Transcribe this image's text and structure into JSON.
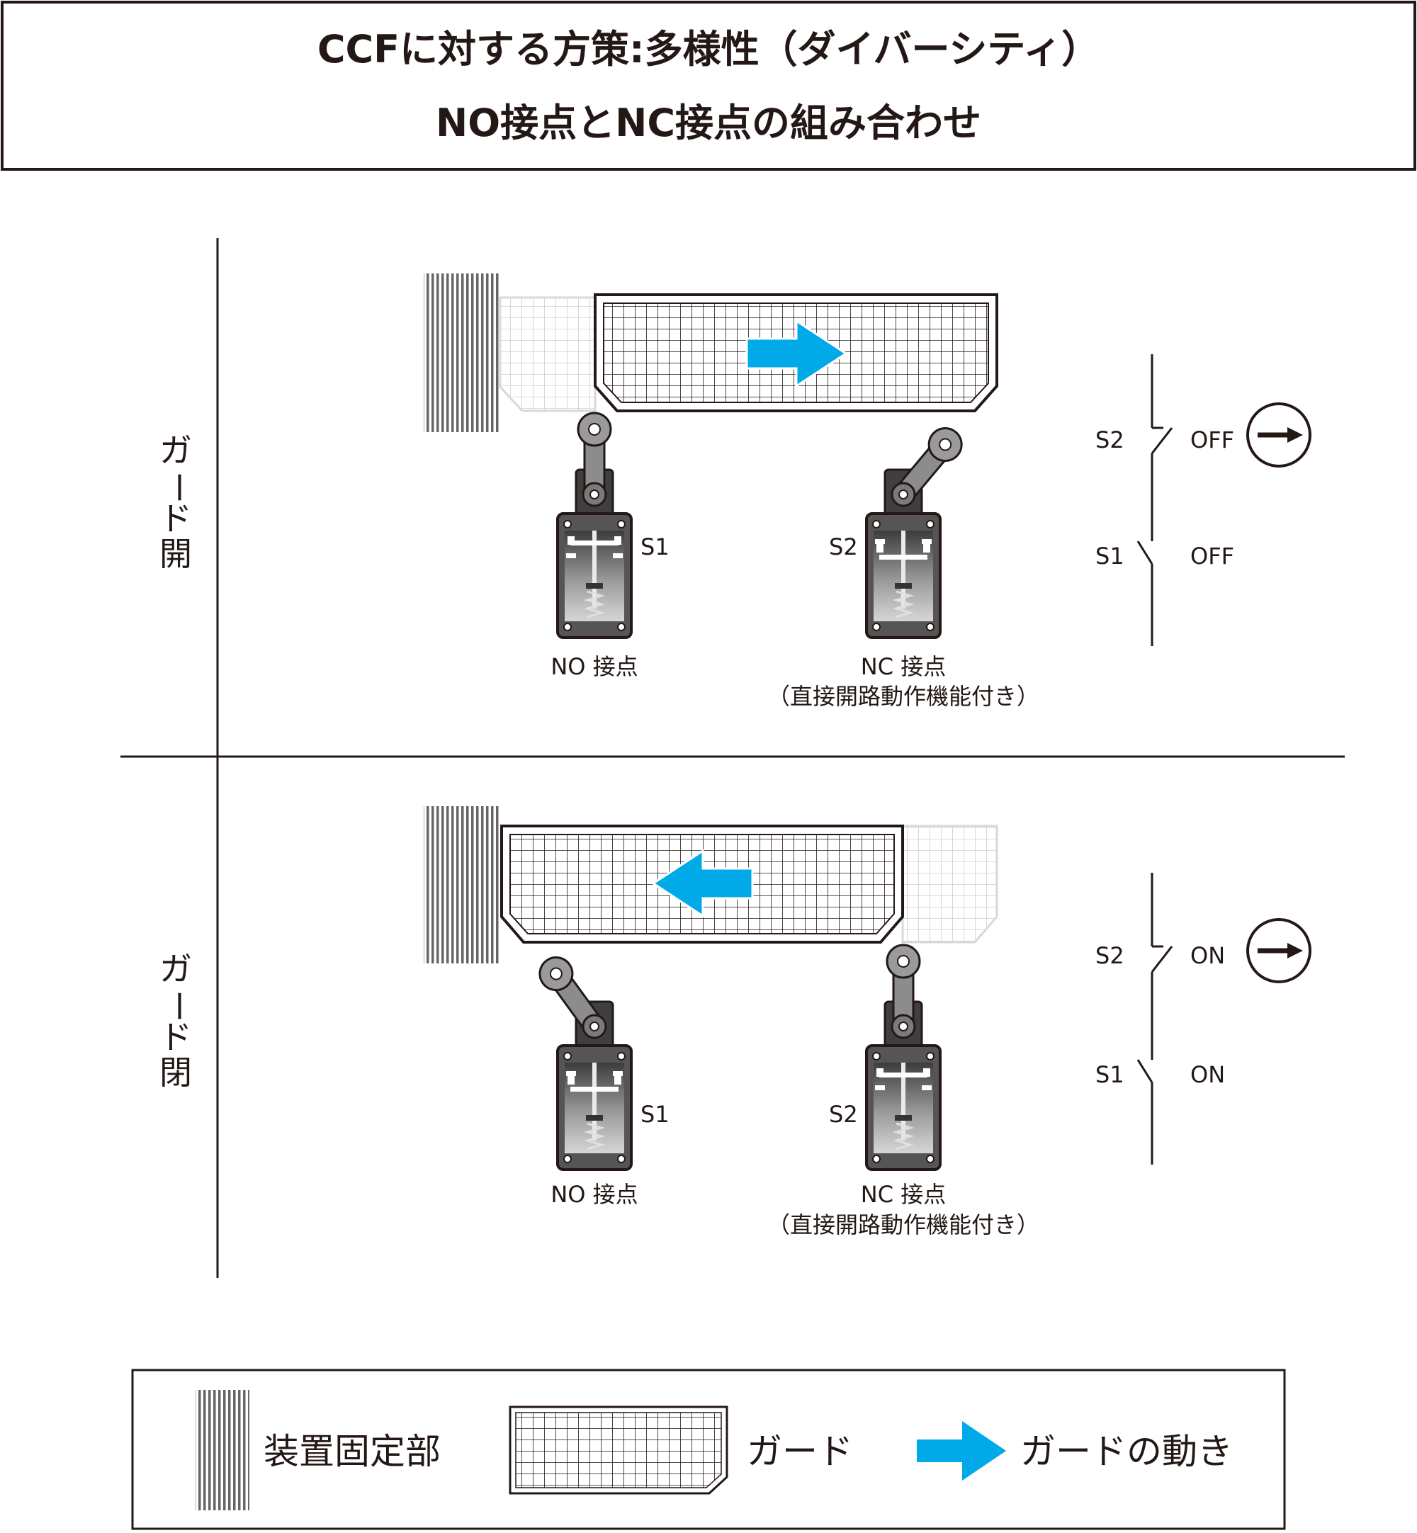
{
  "header": {
    "line1": "CCFに対する方策:多様性（ダイバーシティ）",
    "line2": "NO接点とNC接点の組み合わせ"
  },
  "open_panel": {
    "side_label": [
      "ガ",
      "ー",
      "ド",
      "開"
    ],
    "s1_label": "S1",
    "s2_label": "S2",
    "no_caption": "NO 接点",
    "nc_caption": "NC 接点",
    "nc_caption_sub": "（直接開路動作機能付き）",
    "circuit": {
      "s2_label": "S2",
      "s2_state": "OFF",
      "s1_label": "S1",
      "s1_state": "OFF"
    }
  },
  "closed_panel": {
    "side_label": [
      "ガ",
      "ー",
      "ド",
      "閉"
    ],
    "s1_label": "S1",
    "s2_label": "S2",
    "no_caption": "NO 接点",
    "nc_caption": "NC 接点",
    "nc_caption_sub": "（直接開路動作機能付き）",
    "circuit": {
      "s2_label": "S2",
      "s2_state": "ON",
      "s1_label": "S1",
      "s1_state": "ON"
    }
  },
  "legend": {
    "fixed_part": "装置固定部",
    "guard": "ガード",
    "guard_motion": "ガードの動き"
  },
  "colors": {
    "arrow": "#00a9e8",
    "line": "#231815",
    "switch_body": "#4d4d4d",
    "roller": "#999999"
  },
  "icons": {
    "arrow_symbol": "forced-opening-arrow-icon"
  }
}
